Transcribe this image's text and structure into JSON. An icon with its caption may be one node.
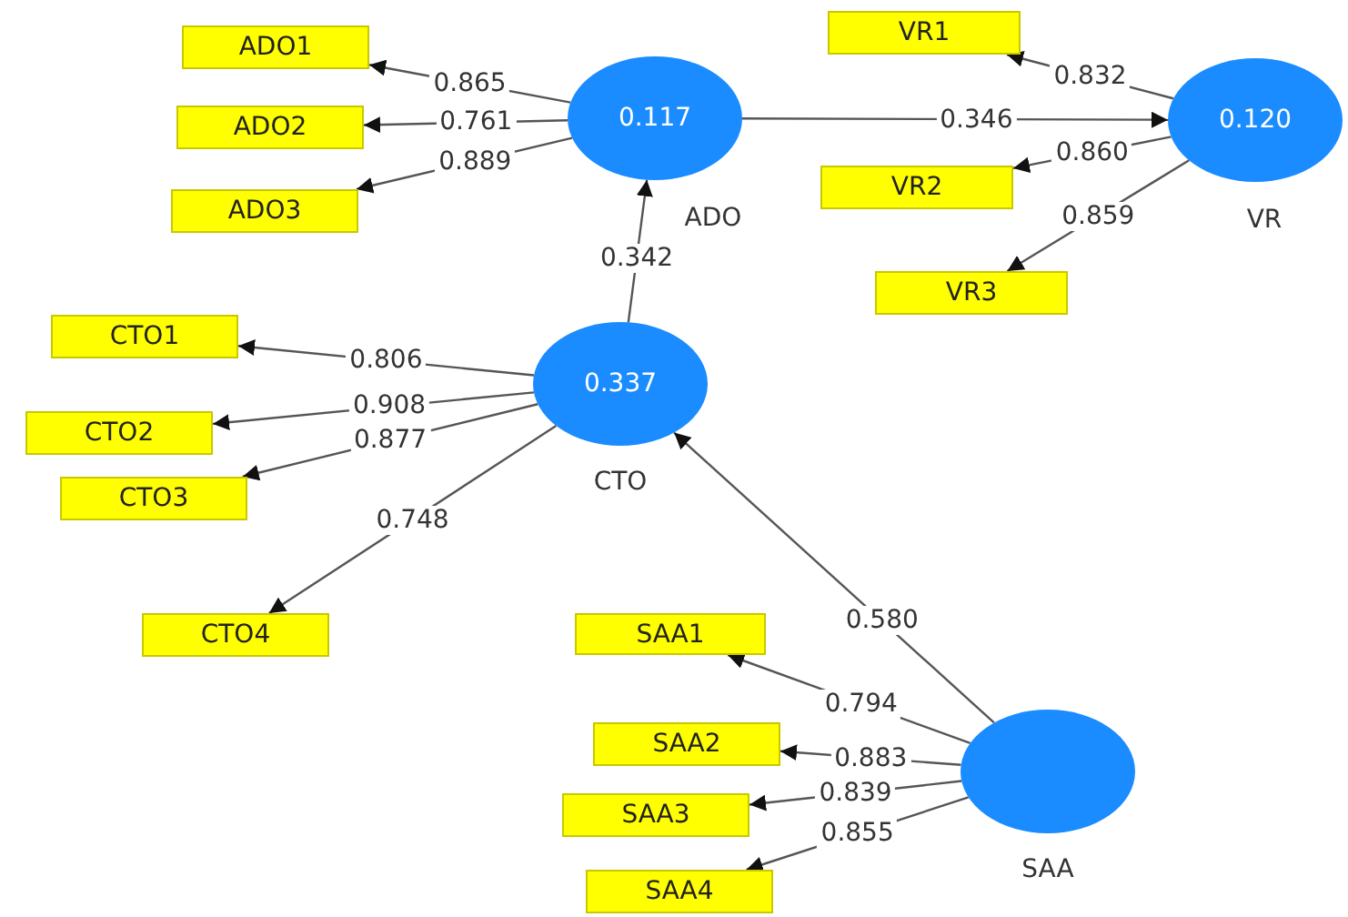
{
  "diagram": {
    "nodes": [
      {
        "text": [
          "ADO1"
        ]
      },
      {
        "text": [
          "VR1"
        ]
      },
      {
        "text": [
          "0.117"
        ],
        "beside": [
          "ADO"
        ]
      },
      {
        "text": [
          "ADO2"
        ]
      },
      {
        "text": [
          "0.120"
        ],
        "beside": [
          "VR"
        ]
      },
      {
        "text": [
          "VR2"
        ]
      },
      {
        "text": [
          "ADO3"
        ]
      },
      {
        "text": [
          "VR3"
        ]
      },
      {
        "text": [
          "CTO1"
        ]
      },
      {
        "text": [
          "0.337"
        ],
        "beside": [
          "CTO"
        ]
      },
      {
        "text": [
          "CTO2"
        ]
      },
      {
        "text": [
          "CTO3"
        ]
      },
      {
        "text": [
          "CTO4"
        ]
      },
      {
        "text": [
          "SAA1"
        ]
      },
      {
        "text": [
          "SAA2"
        ]
      },
      {
        "text": [
          "SAA3"
        ]
      },
      {
        "text": [],
        "shape": "circle",
        "beside": [
          "SAA"
        ]
      },
      {
        "text": [
          "SAA4"
        ]
      }
    ],
    "edges": [
      {
        "from": 2,
        "to": 0,
        "arrow": "to",
        "label": "0.865"
      },
      {
        "from": 2,
        "to": 3,
        "arrow": "to",
        "label": "0.761"
      },
      {
        "from": 2,
        "to": 6,
        "arrow": "to",
        "label": "0.889"
      },
      {
        "from": 2,
        "to": 4,
        "arrow": "to",
        "label": "0.346"
      },
      {
        "from": 4,
        "to": 1,
        "arrow": "to",
        "label": "0.832"
      },
      {
        "from": 4,
        "to": 5,
        "arrow": "to",
        "label": "0.860"
      },
      {
        "from": 4,
        "to": 7,
        "arrow": "to",
        "label": "0.859"
      },
      {
        "from": 9,
        "to": 2,
        "arrow": "to",
        "label": "0.342"
      },
      {
        "from": 9,
        "to": 8,
        "arrow": "to",
        "label": "0.806"
      },
      {
        "from": 9,
        "to": 10,
        "arrow": "to",
        "label": "0.908"
      },
      {
        "from": 9,
        "to": 11,
        "arrow": "to",
        "label": "0.877"
      },
      {
        "from": 9,
        "to": 12,
        "arrow": "to",
        "label": "0.748"
      },
      {
        "from": 16,
        "to": 9,
        "arrow": "to",
        "label": "0.580"
      },
      {
        "from": 16,
        "to": 13,
        "arrow": "to",
        "label": "0.794"
      },
      {
        "from": 16,
        "to": 14,
        "arrow": "to",
        "label": "0.883"
      },
      {
        "from": 16,
        "to": 15,
        "arrow": "to",
        "label": "0.839"
      },
      {
        "from": 16,
        "to": 17,
        "arrow": "to",
        "label": "0.855"
      }
    ]
  }
}
